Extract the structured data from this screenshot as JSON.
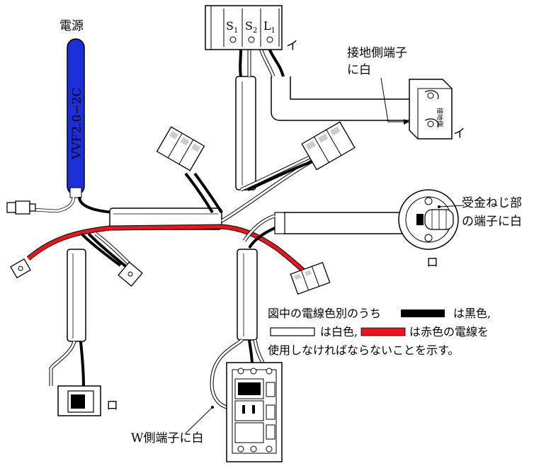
{
  "labels": {
    "power": "電源",
    "cable": "VVF2.0−2C",
    "ground_side_line1": "接地側端子",
    "ground_side_line2": "に白",
    "socket_terminal_line1": "受金ねじ部",
    "socket_terminal_line2": "の端子に白",
    "w_side": "W側端子に白",
    "i_switch": "イ",
    "i_outlet": "イ",
    "ro_socket": "ロ",
    "ro_switch": "ロ",
    "outlet_mark": "接地側"
  },
  "terminals": {
    "s1": "S",
    "s1_sub": "1",
    "s2": "S",
    "s2_sub": "2",
    "l1": "L",
    "l1_sub": "1"
  },
  "legend": {
    "line1_prefix": "図中の電線色別のうち",
    "black_label": "は黒色,",
    "white_label": "は白色,",
    "red_label": "は赤色の電線を",
    "line3": "使用しなければならないことを示す。"
  },
  "colors": {
    "cable_blue": "#1a2fd6",
    "wire_red": "#e8141e",
    "wire_black": "#000000",
    "wire_white": "#ffffff"
  }
}
